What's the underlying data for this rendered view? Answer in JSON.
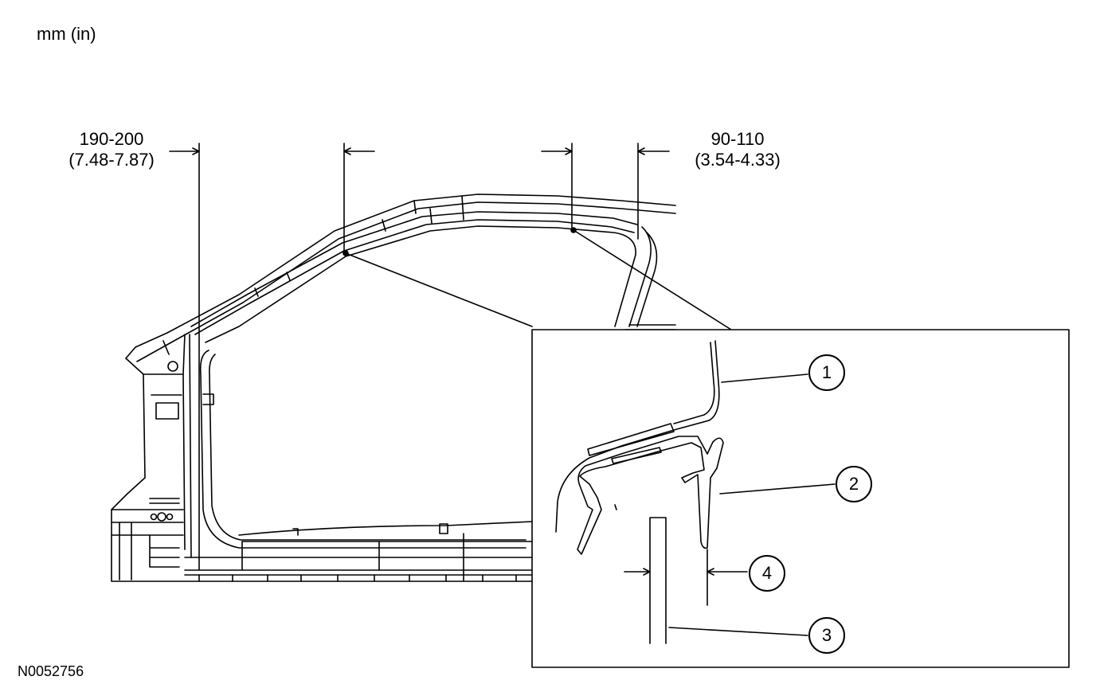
{
  "units_label": "mm (in)",
  "dimension_left": {
    "mm": "190-200",
    "inches": "(7.48-7.87)"
  },
  "dimension_right": {
    "mm": "90-110",
    "inches": "(3.54-4.33)"
  },
  "callouts": [
    "1",
    "2",
    "3",
    "4"
  ],
  "figure_id": "N0052756"
}
